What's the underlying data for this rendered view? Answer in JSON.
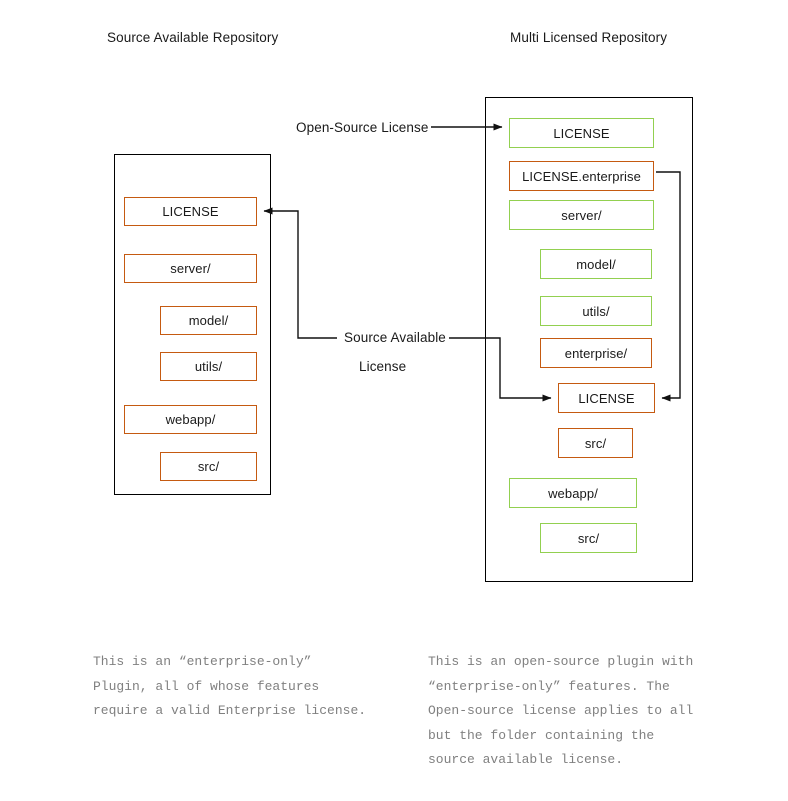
{
  "diagram": {
    "title_left": "Source Available Repository",
    "title_right": "Multi Licensed Repository",
    "colors": {
      "orange": "#c55a11",
      "green": "#92d050",
      "outline": "#000000",
      "caption_text": "#808080"
    }
  },
  "left_repo": {
    "heading": "Source Available Repository",
    "items": [
      {
        "label": "LICENSE",
        "color": "orange",
        "indent": 0
      },
      {
        "label": "server/",
        "color": "orange",
        "indent": 0
      },
      {
        "label": "model/",
        "color": "orange",
        "indent": 1
      },
      {
        "label": "utils/",
        "color": "orange",
        "indent": 1
      },
      {
        "label": "webapp/",
        "color": "orange",
        "indent": 0
      },
      {
        "label": "src/",
        "color": "orange",
        "indent": 1
      }
    ]
  },
  "right_repo": {
    "heading": "Multi Licensed Repository",
    "items": [
      {
        "label": "LICENSE",
        "color": "green",
        "indent": 0
      },
      {
        "label": "LICENSE.enterprise",
        "color": "orange",
        "indent": 0
      },
      {
        "label": "server/",
        "color": "green",
        "indent": 0
      },
      {
        "label": "model/",
        "color": "green",
        "indent": 1
      },
      {
        "label": "utils/",
        "color": "green",
        "indent": 1
      },
      {
        "label": "enterprise/",
        "color": "orange",
        "indent": 1
      },
      {
        "label": "LICENSE",
        "color": "orange",
        "indent": 2
      },
      {
        "label": "src/",
        "color": "orange",
        "indent": 2
      },
      {
        "label": "webapp/",
        "color": "green",
        "indent": 0
      },
      {
        "label": "src/",
        "color": "green",
        "indent": 1
      }
    ]
  },
  "edges": {
    "open_source_label": "Open-Source License",
    "source_available_label_line1": "Source Available",
    "source_available_label_line2": "License"
  },
  "captions": {
    "left": "This is an “enterprise-only”\nPlugin, all of whose features\nrequire a valid Enterprise license.",
    "right": "This is an open-source plugin with\n“enterprise-only” features. The\nOpen-source license applies to all\nbut the folder containing the\nsource available license."
  }
}
